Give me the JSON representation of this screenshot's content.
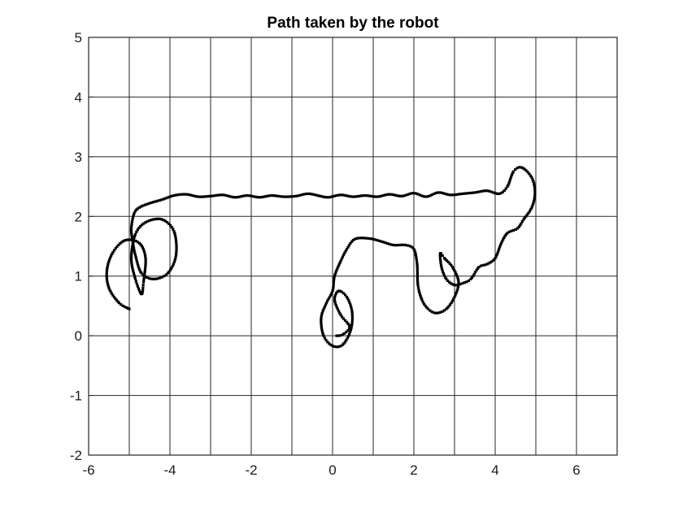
{
  "chart_data": {
    "type": "scatter",
    "title": "Path taken by the robot",
    "xlabel": "",
    "ylabel": "",
    "xlim": [
      -6,
      7
    ],
    "ylim": [
      -2,
      5
    ],
    "xticks": [
      -6,
      -4,
      -2,
      0,
      2,
      4,
      6
    ],
    "xtick_labels": [
      "-6",
      "-4",
      "-2",
      "0",
      "2",
      "4",
      "6"
    ],
    "yticks": [
      -2,
      -1,
      0,
      1,
      2,
      3,
      4,
      5
    ],
    "ytick_labels": [
      "-2",
      "-1",
      "0",
      "1",
      "2",
      "3",
      "4",
      "5"
    ],
    "xgrid": [
      -5,
      -4,
      -3,
      -2,
      -1,
      0,
      1,
      2,
      3,
      4,
      5,
      6
    ],
    "ygrid": [
      -1,
      0,
      1,
      2,
      3,
      4
    ],
    "grid": true,
    "marker_color": "#000000",
    "series": [
      {
        "points": [
          [
            -5.0,
            0.45
          ],
          [
            -5.25,
            0.55
          ],
          [
            -5.5,
            0.8
          ],
          [
            -5.55,
            1.1
          ],
          [
            -5.4,
            1.4
          ],
          [
            -5.1,
            1.6
          ],
          [
            -4.75,
            1.55
          ],
          [
            -4.6,
            1.3
          ],
          [
            -4.65,
            0.9
          ],
          [
            -4.7,
            0.7
          ],
          [
            -4.85,
            0.95
          ],
          [
            -4.95,
            1.3
          ],
          [
            -4.85,
            1.7
          ],
          [
            -4.6,
            1.9
          ],
          [
            -4.2,
            1.95
          ],
          [
            -3.9,
            1.75
          ],
          [
            -3.85,
            1.35
          ],
          [
            -4.05,
            1.05
          ],
          [
            -4.4,
            0.95
          ],
          [
            -4.7,
            1.05
          ],
          [
            -4.85,
            1.35
          ],
          [
            -4.92,
            1.6
          ],
          [
            -4.95,
            1.8
          ],
          [
            -4.88,
            2.05
          ],
          [
            -4.75,
            2.15
          ],
          [
            -4.5,
            2.22
          ],
          [
            -4.2,
            2.28
          ],
          [
            -3.9,
            2.35
          ],
          [
            -3.6,
            2.37
          ],
          [
            -3.3,
            2.33
          ],
          [
            -3.0,
            2.34
          ],
          [
            -2.7,
            2.36
          ],
          [
            -2.4,
            2.32
          ],
          [
            -2.1,
            2.35
          ],
          [
            -1.8,
            2.32
          ],
          [
            -1.5,
            2.35
          ],
          [
            -1.2,
            2.33
          ],
          [
            -0.9,
            2.34
          ],
          [
            -0.6,
            2.38
          ],
          [
            -0.3,
            2.34
          ],
          [
            -0.1,
            2.32
          ],
          [
            0.2,
            2.36
          ],
          [
            0.5,
            2.33
          ],
          [
            0.8,
            2.35
          ],
          [
            1.1,
            2.33
          ],
          [
            1.4,
            2.37
          ],
          [
            1.7,
            2.34
          ],
          [
            2.0,
            2.39
          ],
          [
            2.3,
            2.33
          ],
          [
            2.6,
            2.4
          ],
          [
            2.9,
            2.36
          ],
          [
            3.2,
            2.38
          ],
          [
            3.5,
            2.4
          ],
          [
            3.8,
            2.43
          ],
          [
            4.1,
            2.38
          ],
          [
            4.3,
            2.5
          ],
          [
            4.45,
            2.75
          ],
          [
            4.65,
            2.82
          ],
          [
            4.9,
            2.65
          ],
          [
            4.98,
            2.4
          ],
          [
            4.9,
            2.15
          ],
          [
            4.7,
            1.95
          ],
          [
            4.55,
            1.8
          ],
          [
            4.3,
            1.72
          ],
          [
            4.15,
            1.55
          ],
          [
            4.0,
            1.3
          ],
          [
            3.8,
            1.2
          ],
          [
            3.6,
            1.15
          ],
          [
            3.4,
            0.95
          ],
          [
            3.2,
            0.88
          ],
          [
            3.0,
            0.85
          ],
          [
            2.8,
            0.95
          ],
          [
            2.68,
            1.15
          ],
          [
            2.65,
            1.38
          ],
          [
            2.75,
            1.3
          ],
          [
            2.95,
            1.15
          ],
          [
            3.1,
            0.9
          ],
          [
            3.0,
            0.65
          ],
          [
            2.8,
            0.45
          ],
          [
            2.55,
            0.38
          ],
          [
            2.35,
            0.45
          ],
          [
            2.2,
            0.6
          ],
          [
            2.1,
            0.85
          ],
          [
            2.08,
            1.2
          ],
          [
            2.0,
            1.45
          ],
          [
            1.8,
            1.52
          ],
          [
            1.5,
            1.52
          ],
          [
            1.2,
            1.58
          ],
          [
            0.9,
            1.63
          ],
          [
            0.55,
            1.62
          ],
          [
            0.35,
            1.45
          ],
          [
            0.2,
            1.25
          ],
          [
            0.05,
            1.0
          ],
          [
            0.0,
            0.75
          ],
          [
            -0.15,
            0.55
          ],
          [
            -0.28,
            0.3
          ],
          [
            -0.22,
            0.0
          ],
          [
            0.0,
            -0.17
          ],
          [
            0.25,
            -0.15
          ],
          [
            0.45,
            0.1
          ],
          [
            0.48,
            0.4
          ],
          [
            0.35,
            0.65
          ],
          [
            0.15,
            0.75
          ],
          [
            0.05,
            0.6
          ],
          [
            0.2,
            0.35
          ],
          [
            0.42,
            0.15
          ],
          [
            0.25,
            0.02
          ],
          [
            0.1,
            0.0
          ]
        ]
      }
    ]
  }
}
